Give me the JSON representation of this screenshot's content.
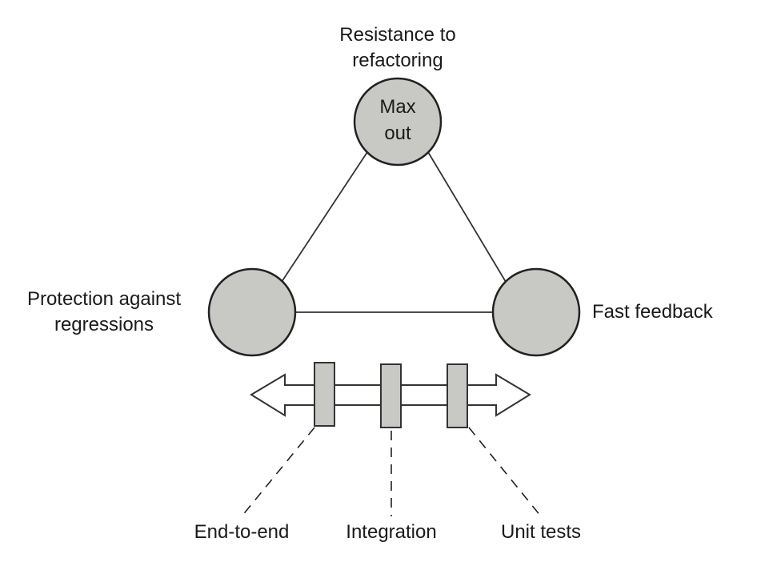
{
  "diagram": {
    "title": "Test trade-off triangle",
    "nodes": {
      "top": {
        "label_lines": [
          "Resistance to",
          "refactoring"
        ],
        "inner_lines": [
          "Max",
          "out"
        ]
      },
      "left": {
        "label_lines": [
          "Protection against",
          "regressions"
        ]
      },
      "right": {
        "label_lines": [
          "Fast feedback"
        ]
      }
    },
    "spectrum": {
      "markers": [
        {
          "label": "End-to-end"
        },
        {
          "label": "Integration"
        },
        {
          "label": "Unit tests"
        }
      ]
    },
    "colors": {
      "node_fill": "#c8c8c4",
      "stroke": "#222222",
      "background": "#ffffff"
    }
  }
}
